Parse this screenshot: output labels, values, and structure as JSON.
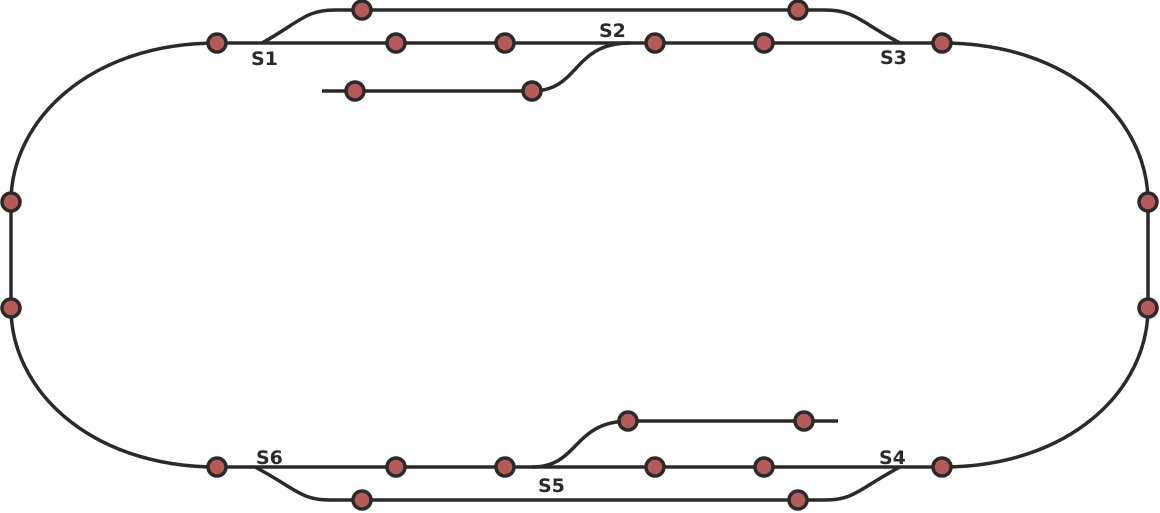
{
  "colors": {
    "track": "#2a2a2a",
    "node_fill": "#b65a58",
    "node_stroke": "#2a2a2a",
    "background": "#ffffff"
  },
  "switches": [
    {
      "id": "s1",
      "label": "S1"
    },
    {
      "id": "s2",
      "label": "S2"
    },
    {
      "id": "s3",
      "label": "S3"
    },
    {
      "id": "s4",
      "label": "S4"
    },
    {
      "id": "s5",
      "label": "S5"
    },
    {
      "id": "s6",
      "label": "S6"
    }
  ]
}
